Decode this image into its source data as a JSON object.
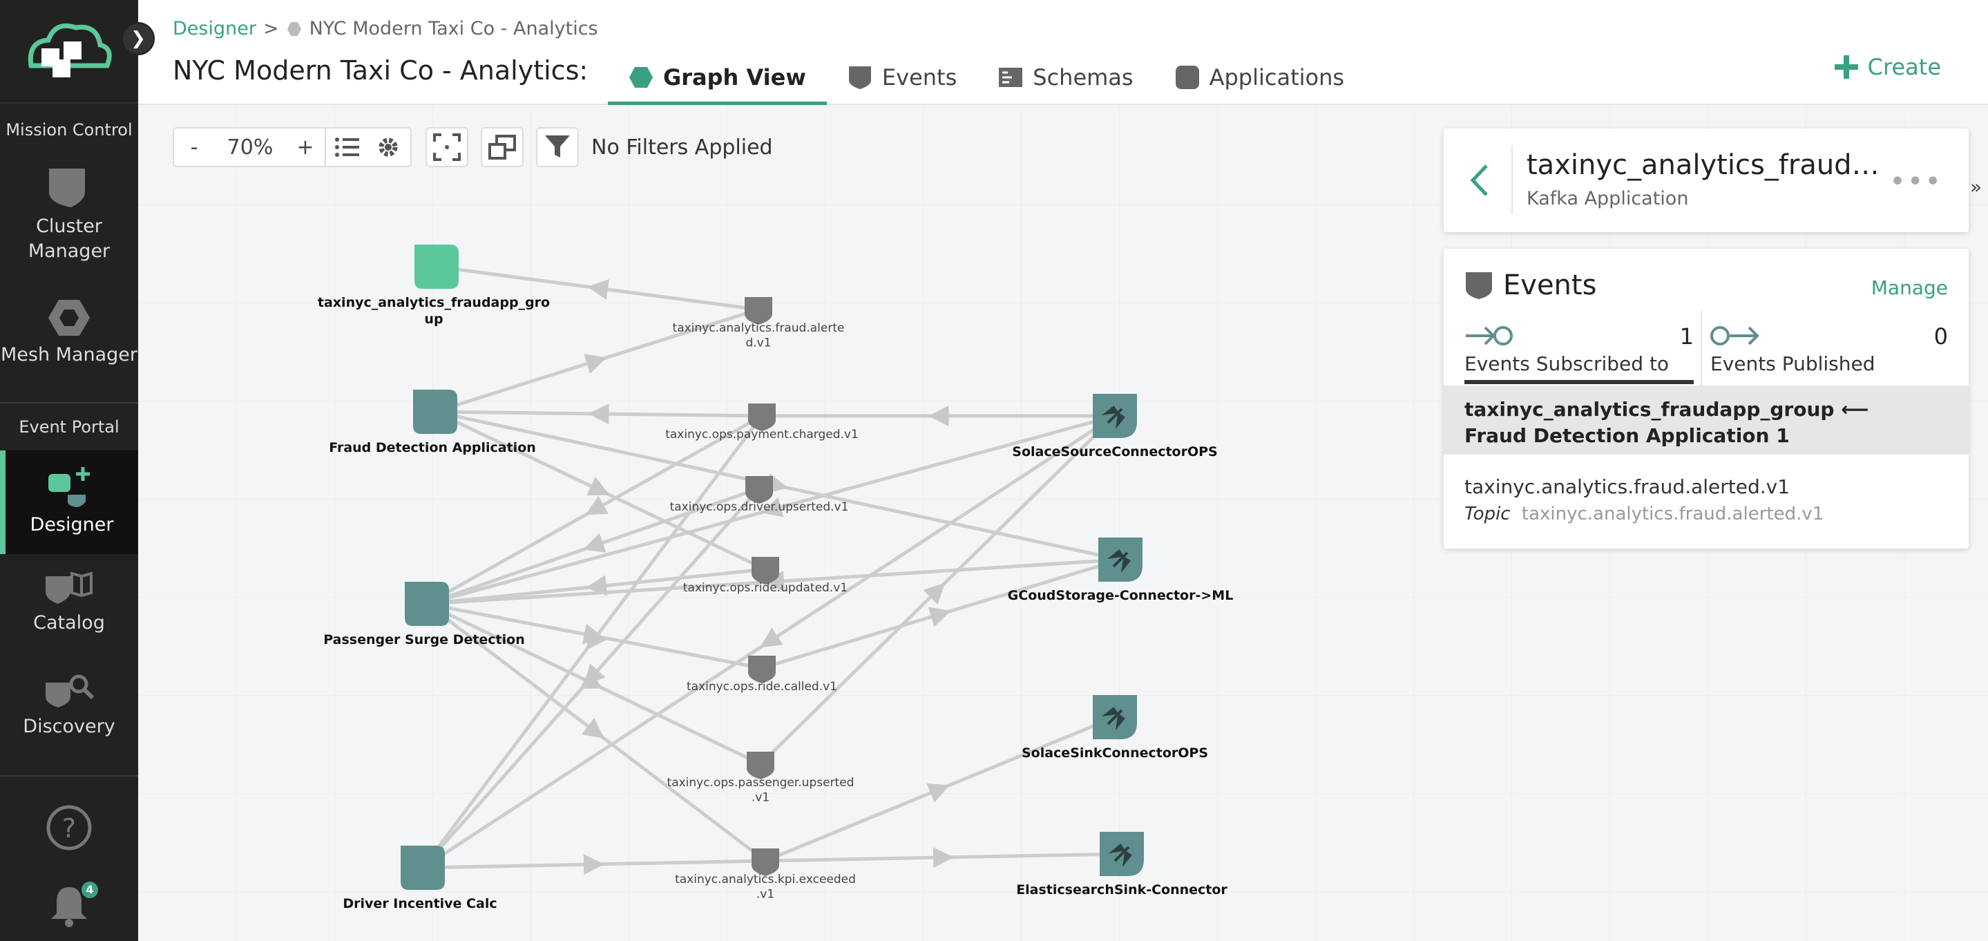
{
  "sidebar": {
    "sections": [
      "Mission Control",
      "Event Portal"
    ],
    "items": [
      {
        "label": "Cluster\nManager",
        "l1": "Cluster",
        "l2": "Manager"
      },
      {
        "label": "Mesh Manager"
      },
      {
        "label": "Designer"
      },
      {
        "label": "Catalog"
      },
      {
        "label": "Discovery"
      }
    ],
    "notification_count": "4"
  },
  "header": {
    "breadcrumb": {
      "root": "Designer",
      "separator": ">",
      "current": "NYC Modern Taxi Co - Analytics"
    },
    "title": "NYC Modern Taxi Co - Analytics:",
    "tabs": [
      {
        "label": "Graph View",
        "icon": "hexagon-icon"
      },
      {
        "label": "Events",
        "icon": "event-icon"
      },
      {
        "label": "Schemas",
        "icon": "schema-icon"
      },
      {
        "label": "Applications",
        "icon": "application-icon"
      }
    ],
    "create_label": "Create"
  },
  "toolbar": {
    "zoom_out": "-",
    "zoom": "70%",
    "zoom_in": "+",
    "filter_text": "No Filters Applied"
  },
  "graph": {
    "applications": [
      {
        "id": "a1",
        "l1": "taxinyc_analytics_fraudapp_gro",
        "l2": "up",
        "color": "#5cc79a"
      },
      {
        "id": "a2",
        "l1": "Fraud Detection Application",
        "l2": "",
        "color": "#5f8f8e"
      },
      {
        "id": "a3",
        "l1": "Passenger Surge Detection",
        "l2": "",
        "color": "#5f8f8e"
      },
      {
        "id": "a4",
        "l1": "Driver Incentive Calc",
        "l2": "",
        "color": "#5f8f8e"
      }
    ],
    "events": [
      {
        "id": "e1",
        "l1": "taxinyc.analytics.fraud.alerte",
        "l2": "d.v1"
      },
      {
        "id": "e2",
        "l1": "taxinyc.ops.payment.charged.v1",
        "l2": ""
      },
      {
        "id": "e3",
        "l1": "taxinyc.ops.driver.upserted.v1",
        "l2": ""
      },
      {
        "id": "e4",
        "l1": "taxinyc.ops.ride.updated.v1",
        "l2": ""
      },
      {
        "id": "e5",
        "l1": "taxinyc.ops.ride.called.v1",
        "l2": ""
      },
      {
        "id": "e6",
        "l1": "taxinyc.ops.passenger.upserted",
        "l2": ".v1"
      },
      {
        "id": "e7",
        "l1": "taxinyc.analytics.kpi.exceeded",
        "l2": ".v1"
      }
    ],
    "connectors": [
      {
        "id": "c1",
        "label": "SolaceSourceConnectorOPS"
      },
      {
        "id": "c2",
        "label": "GCoudStorage-Connector->ML"
      },
      {
        "id": "c3",
        "label": "SolaceSinkConnectorOPS"
      },
      {
        "id": "c4",
        "label": "ElasticsearchSink-Connector"
      }
    ],
    "edges": [
      [
        "e1",
        "a1"
      ],
      [
        "a2",
        "e1"
      ],
      [
        "e2",
        "a2"
      ],
      [
        "c1",
        "e2"
      ],
      [
        "a2",
        "e4"
      ],
      [
        "a2",
        "c2"
      ],
      [
        "e3",
        "a3"
      ],
      [
        "e4",
        "a3"
      ],
      [
        "a3",
        "e5"
      ],
      [
        "a3",
        "e6"
      ],
      [
        "a3",
        "e7"
      ],
      [
        "e2",
        "a3"
      ],
      [
        "c1",
        "a3"
      ],
      [
        "c2",
        "a3"
      ],
      [
        "e5",
        "c2"
      ],
      [
        "e6",
        "c1"
      ],
      [
        "e7",
        "c3"
      ],
      [
        "a4",
        "e7"
      ],
      [
        "e7",
        "c4"
      ],
      [
        "e3",
        "a4"
      ],
      [
        "e2",
        "a4"
      ],
      [
        "c1",
        "a4"
      ]
    ]
  },
  "app_panel": {
    "title": "taxinyc_analytics_fraudapp_group",
    "subtitle": "Kafka Application",
    "more": "•••"
  },
  "events_panel": {
    "title": "Events",
    "manage": "Manage",
    "subscribed_count": "1",
    "subscribed_label": "Events Subscribed to",
    "published_count": "0",
    "published_label": "Events Published",
    "selected_line1": "taxinyc_analytics_fraudapp_group ⟵",
    "selected_line2": "Fraud Detection Application 1",
    "event_name": "taxinyc.analytics.fraud.alerted.v1",
    "topic_label": "Topic",
    "topic_value": "taxinyc.analytics.fraud.alerted.v1"
  }
}
